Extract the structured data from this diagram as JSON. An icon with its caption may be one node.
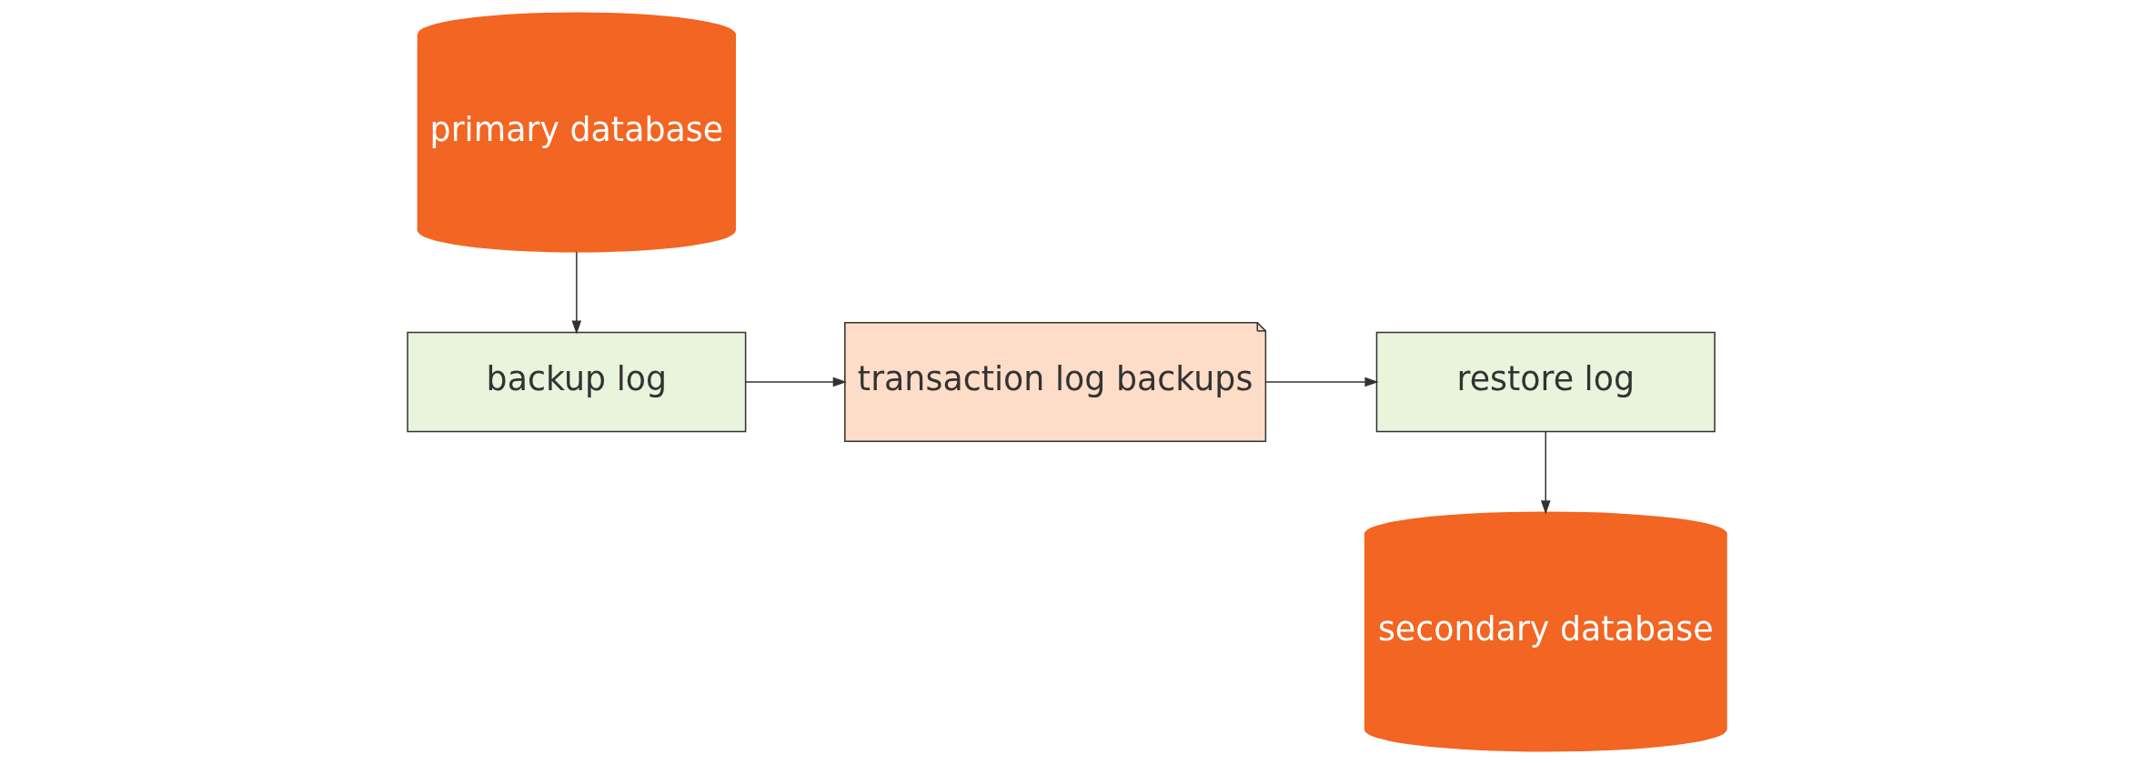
{
  "diagram": {
    "nodes": [
      {
        "text": [
          "primary database"
        ]
      },
      {
        "text": [
          "backup log"
        ]
      },
      {
        "text": [
          "transaction log backups"
        ]
      },
      {
        "text": [
          "restore log"
        ]
      },
      {
        "text": [
          "secondary database"
        ]
      }
    ],
    "edges": [
      {
        "from": 0,
        "to": 1,
        "arrow": "to"
      },
      {
        "from": 1,
        "to": 2,
        "arrow": "to"
      },
      {
        "from": 2,
        "to": 3,
        "arrow": "to"
      },
      {
        "from": 3,
        "to": 4,
        "arrow": "to"
      }
    ]
  }
}
